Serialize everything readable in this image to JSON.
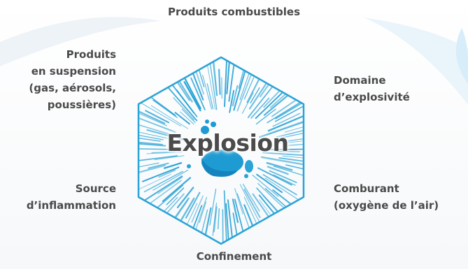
{
  "diagram": {
    "center": "Explosion",
    "factors": {
      "top": [
        "Produits combustibles"
      ],
      "upper_left": [
        "Produits",
        "en suspension",
        "(gas, aérosols,",
        "poussières)"
      ],
      "upper_right": [
        "Domaine",
        "d’explosivité"
      ],
      "lower_left": [
        "Source",
        "d’inflammation"
      ],
      "lower_right": [
        "Comburant",
        "(oxygène de l’air)"
      ],
      "bottom": [
        "Confinement"
      ]
    }
  },
  "colors": {
    "hexagon": "#2aa3d6",
    "accent": "#1f9bd3",
    "text": "#4a4a4a"
  }
}
